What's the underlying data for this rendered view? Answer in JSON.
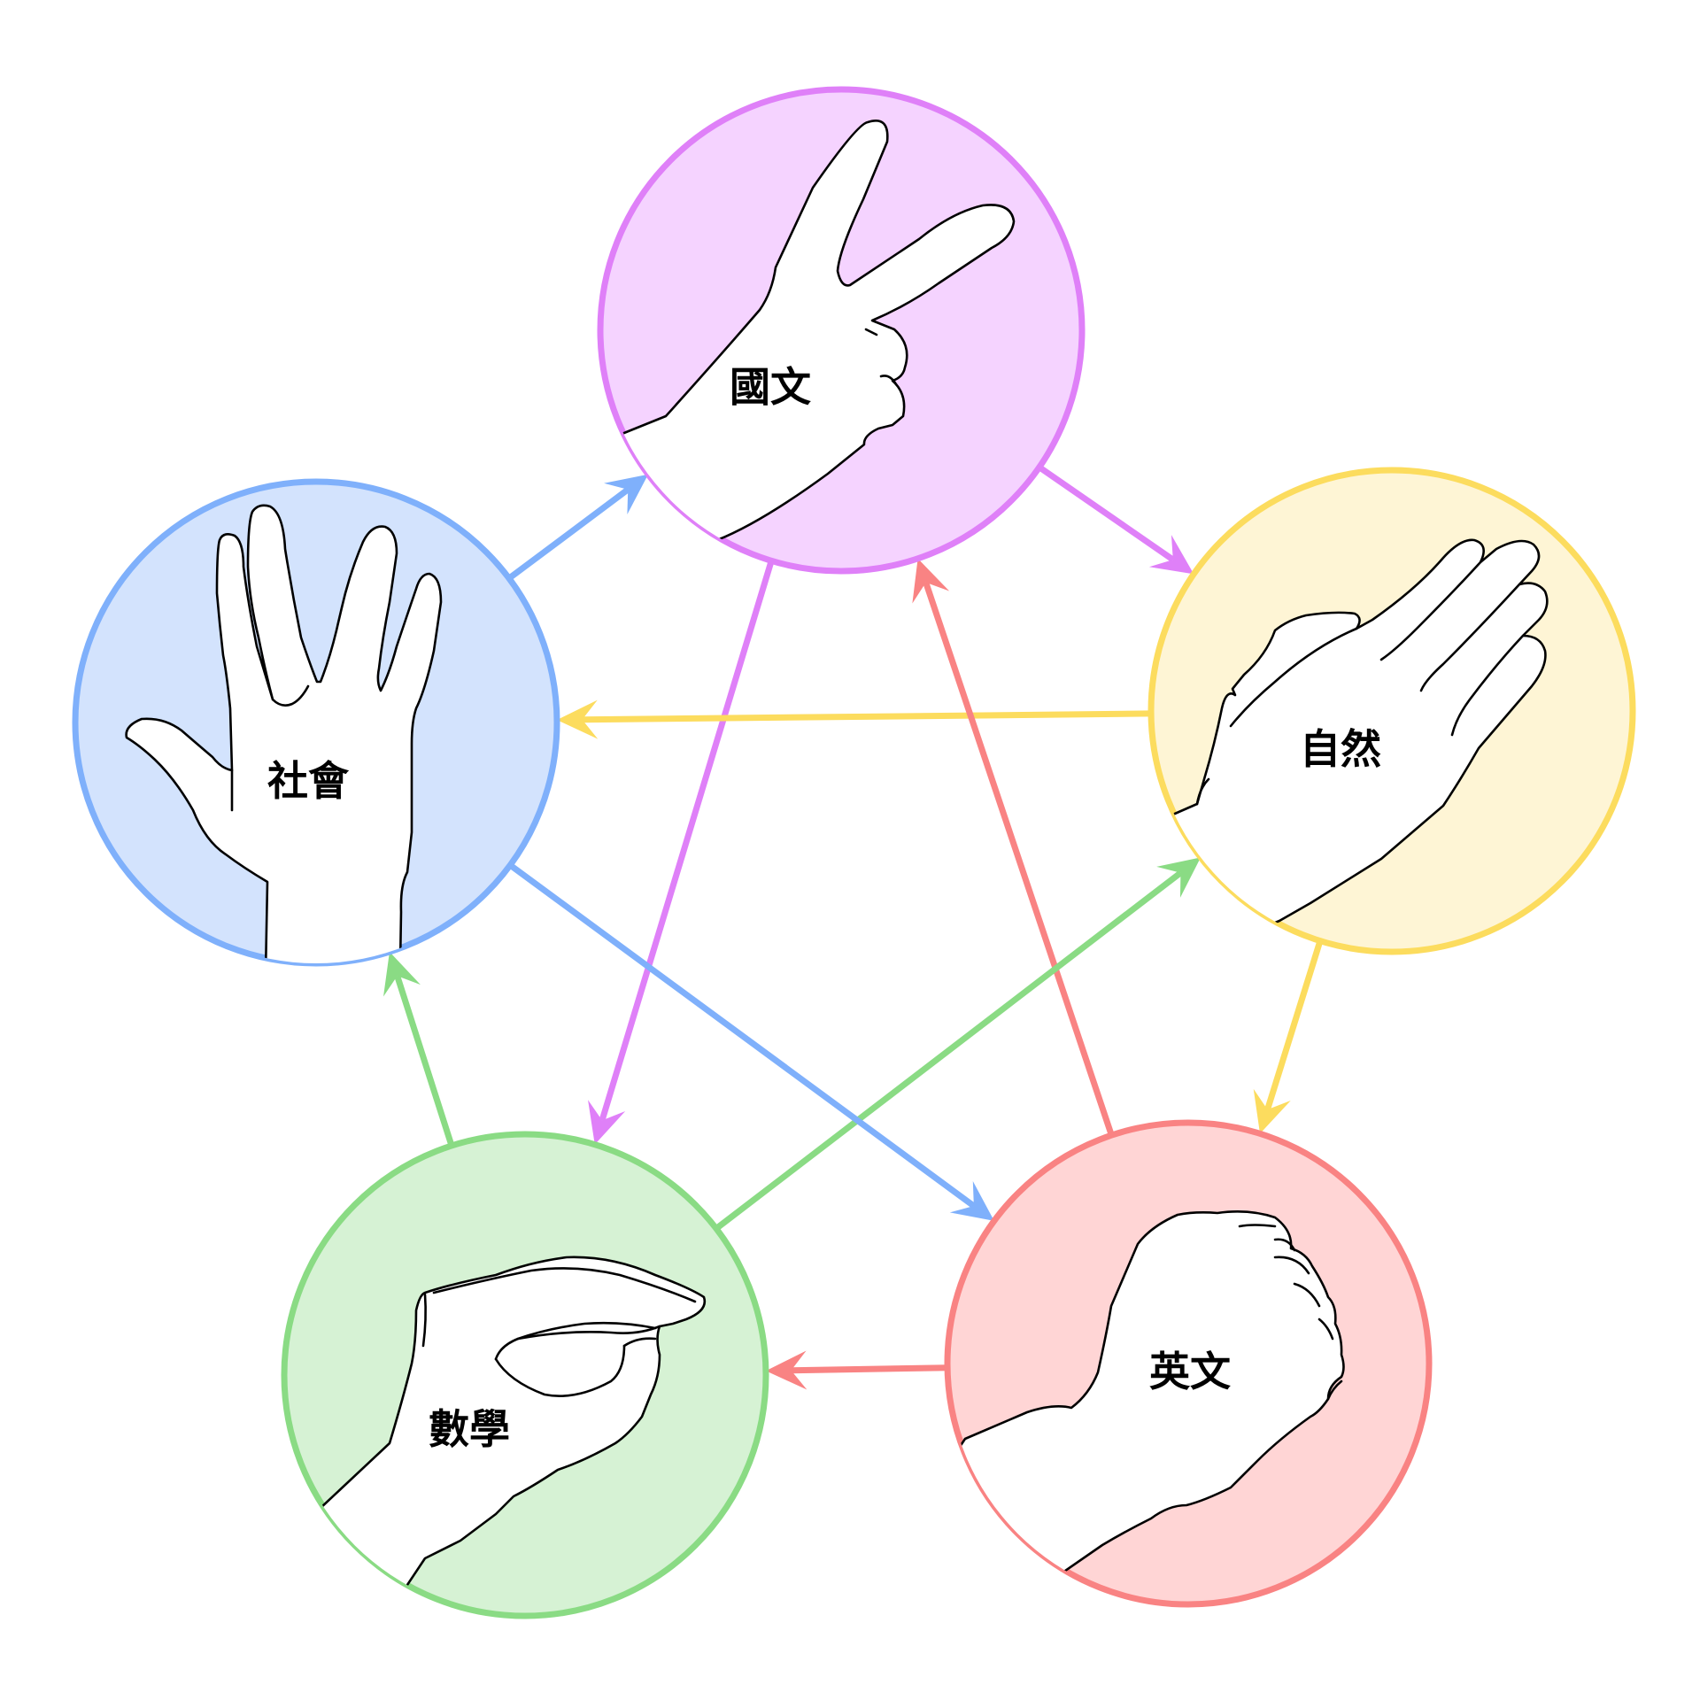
{
  "nodes": [
    {
      "id": "chinese",
      "label": "國文",
      "hand": "scissors",
      "fill": "#f5d3ff",
      "stroke": "#df80f8"
    },
    {
      "id": "science",
      "label": "自然",
      "hand": "palm-side",
      "fill": "#fef5d5",
      "stroke": "#fcdc5e"
    },
    {
      "id": "english",
      "label": "英文",
      "hand": "fist",
      "fill": "#ffd5d5",
      "stroke": "#f98383"
    },
    {
      "id": "math",
      "label": "數學",
      "hand": "ok-sign",
      "fill": "#d6f2d4",
      "stroke": "#8adb84"
    },
    {
      "id": "social",
      "label": "社會",
      "hand": "vulcan-salute",
      "fill": "#d3e3fd",
      "stroke": "#7fb0fb"
    }
  ],
  "arrows": [
    {
      "from": "chinese",
      "to": "science",
      "color": "#df80f8"
    },
    {
      "from": "chinese",
      "to": "math",
      "color": "#df80f8"
    },
    {
      "from": "science",
      "to": "english",
      "color": "#fcdc5e"
    },
    {
      "from": "science",
      "to": "social",
      "color": "#fcdc5e"
    },
    {
      "from": "english",
      "to": "math",
      "color": "#f98383"
    },
    {
      "from": "english",
      "to": "chinese",
      "color": "#f98383"
    },
    {
      "from": "math",
      "to": "social",
      "color": "#8adb84"
    },
    {
      "from": "math",
      "to": "science",
      "color": "#8adb84"
    },
    {
      "from": "social",
      "to": "chinese",
      "color": "#7fb0fb"
    },
    {
      "from": "social",
      "to": "english",
      "color": "#7fb0fb"
    }
  ]
}
